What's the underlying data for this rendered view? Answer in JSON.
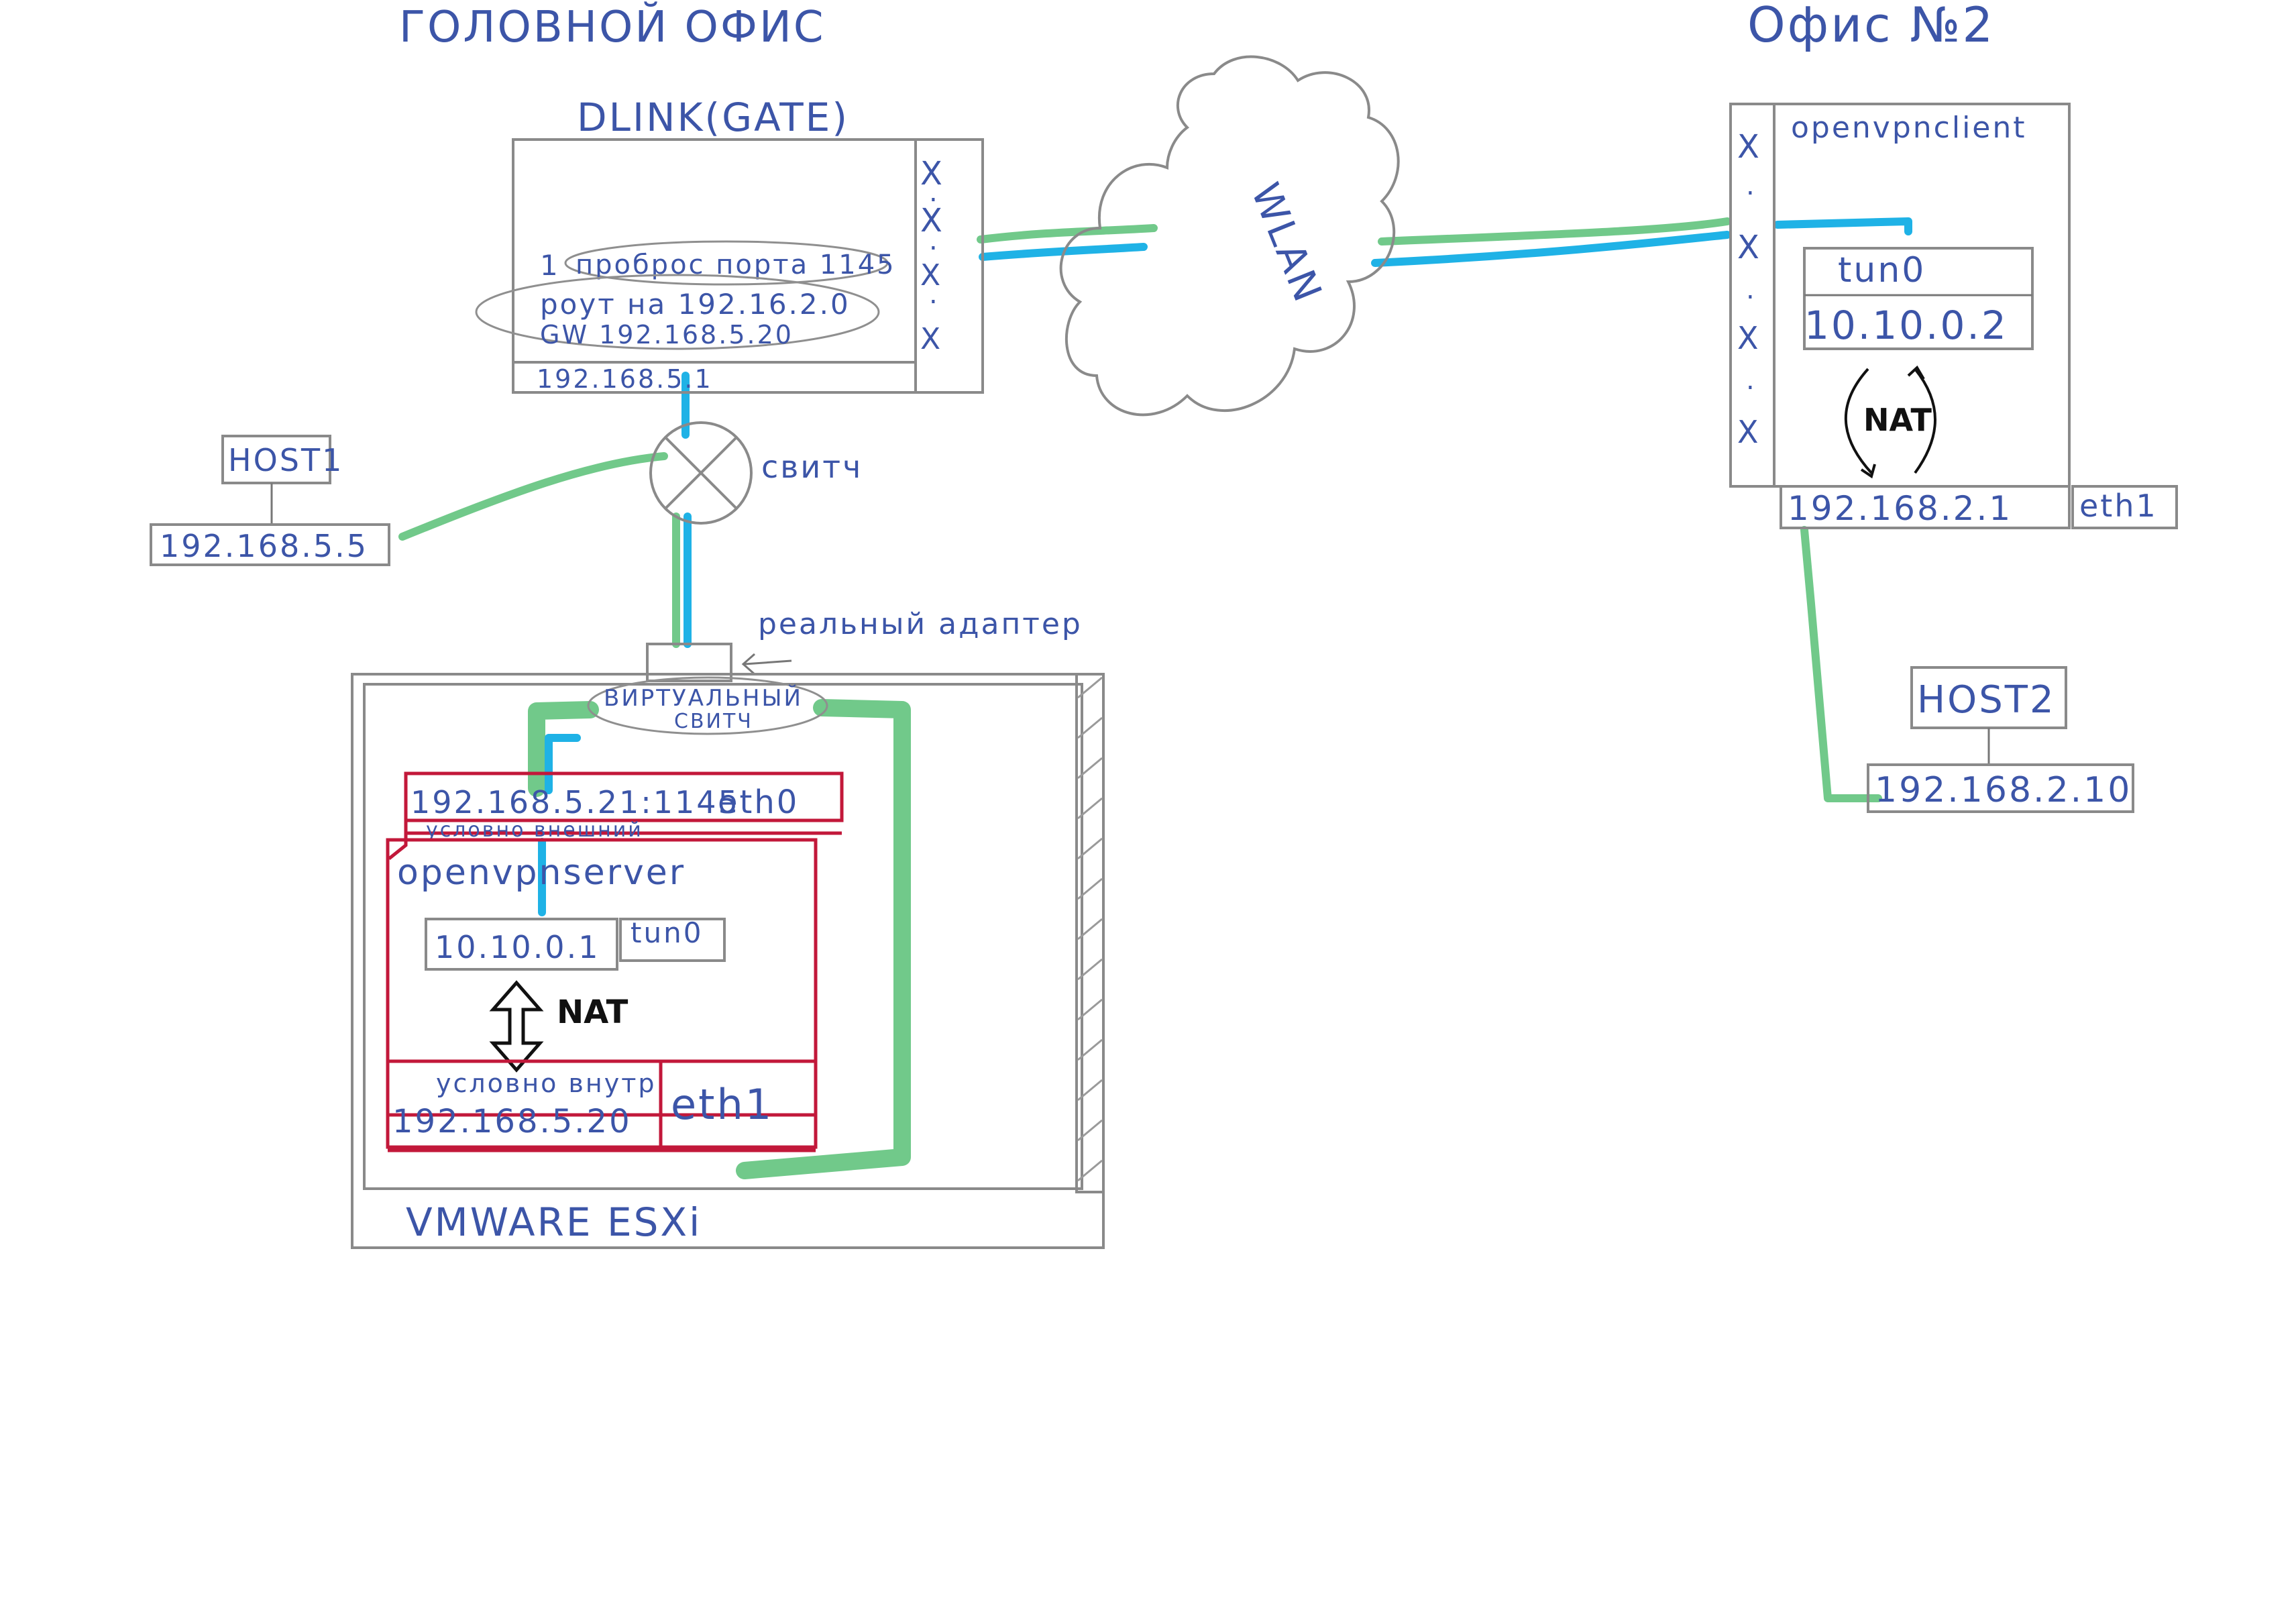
{
  "head_office": {
    "title": "ГОЛОВНОЙ ОФИС",
    "gateway": {
      "title": "DLINK(GATE)",
      "rule_num": "1",
      "rule_forward": "проброс порта 1145",
      "rule_route": "роут на 192.16.2.0",
      "rule_gw": "GW 192.168.5.20",
      "lan_ip": "192.168.5.1",
      "wan_port_chars": [
        "X",
        ".",
        "X",
        ".",
        "X",
        ".",
        "X"
      ]
    },
    "switch_label": "свитч",
    "host1": {
      "name": "HOST1",
      "ip": "192.168.5.5"
    },
    "real_adapter_label": "реальный адаптер",
    "esxi": {
      "title": "VMWARE ESXi",
      "vswitch_line1": "ВИРТУАЛЬНЫЙ",
      "vswitch_line2": "СВИТЧ",
      "vm": {
        "title": "openvpnserver",
        "ext_ip": "192.168.5.21:1145",
        "ext_iface": "eth0",
        "ext_note": "условно внешний",
        "tun_ip": "10.10.0.1",
        "tun_iface": "tun0",
        "nat_label": "NAT",
        "int_note": "условно внутр",
        "int_ip": "192.168.5.20",
        "int_iface": "eth1"
      }
    }
  },
  "wlan_label": "WLAN",
  "office2": {
    "title": "Офис №2",
    "client": {
      "title": "openvpnclient",
      "tun_iface": "tun0",
      "tun_ip": "10.10.0.2",
      "nat_label": "NAT",
      "lan_ip": "192.168.2.1",
      "lan_iface": "eth1",
      "wan_port_chars": [
        "X",
        ".",
        "X",
        ".",
        "X",
        ".",
        "X"
      ]
    },
    "host2": {
      "name": "HOST2",
      "ip": "192.168.2.10"
    }
  },
  "colors": {
    "ink_blue": "#3c55a8",
    "wire_green": "#71c98a",
    "wire_blue": "#1fb2e6",
    "vm_red": "#c2183a",
    "pencil_grey": "#8a8a8a"
  }
}
